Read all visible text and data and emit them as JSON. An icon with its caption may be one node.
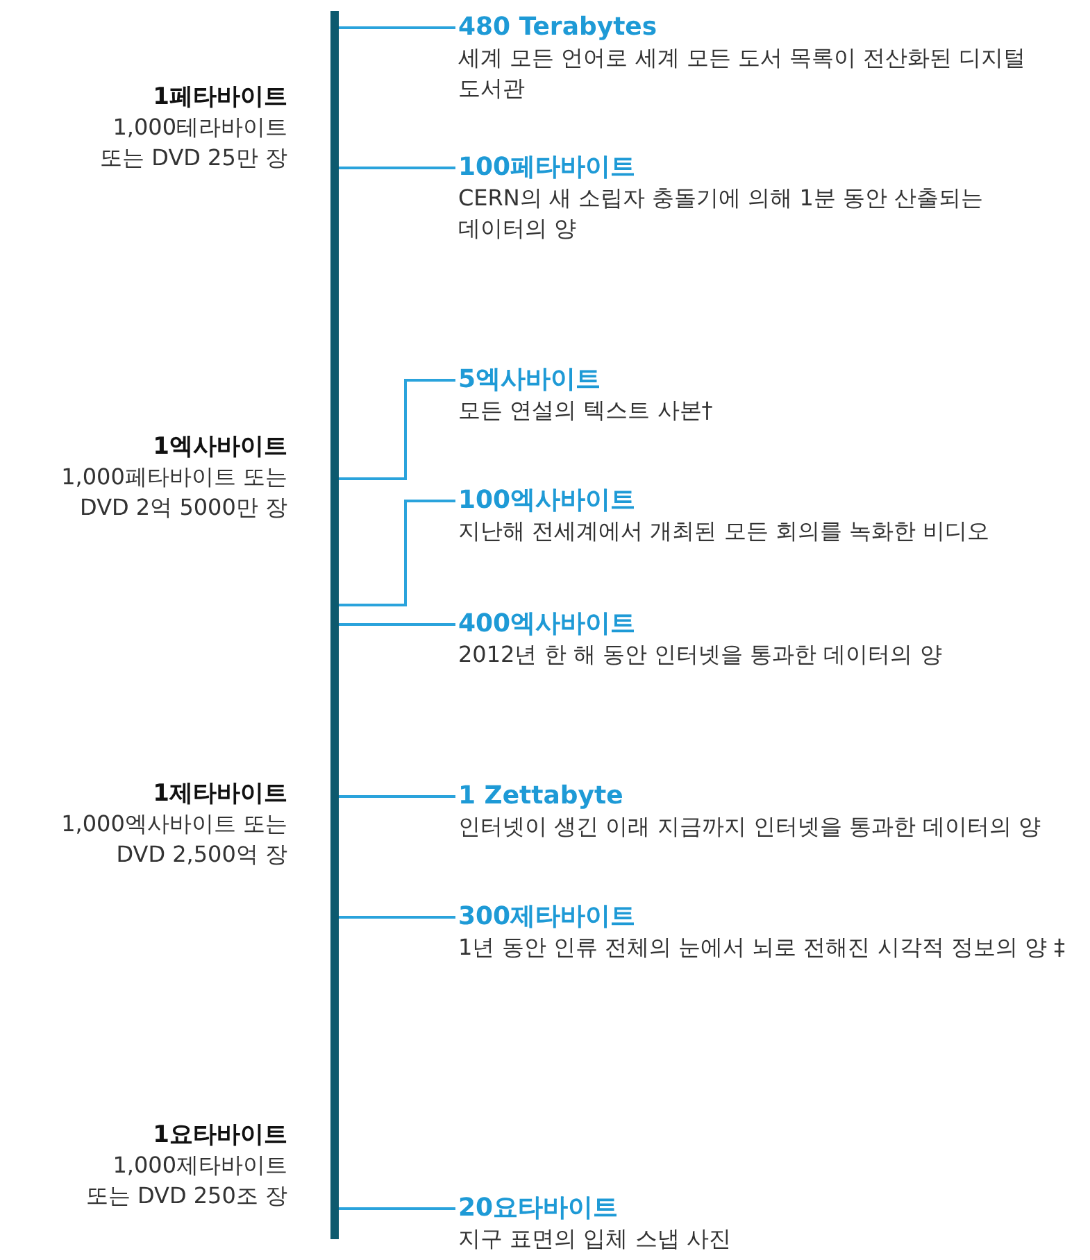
{
  "diagram": {
    "nodes": [
      {
        "text": [],
        "shape": "bar"
      },
      {
        "text": [
          "480 Terabytes",
          "세계 모든 언어로 세계 모든 도서 목록이 전산화된 디지털 도서관"
        ]
      },
      {
        "text": [
          "100페타바이트",
          "CERN의 새 소립자 충돌기에 의해 1분 동안 산출되는 데이터의 양"
        ]
      },
      {
        "text": [
          "5엑사바이트",
          "모든 연설의 텍스트 사본†"
        ]
      },
      {
        "text": [
          "100엑사바이트",
          "지난해 전세계에서 개최된 모든 회의를 녹화한 비디오"
        ]
      },
      {
        "text": [
          "400엑사바이트",
          "2012년 한 해 동안 인터넷을 통과한 데이터의 양"
        ]
      },
      {
        "text": [
          "1 Zettabyte",
          "인터넷이 생긴 이래 지금까지 인터넷을 통과한 데이터의 양"
        ]
      },
      {
        "text": [
          "300제타바이트",
          "1년 동안 인류 전체의 눈에서 뇌로 전해진 시각적 정보의 양 ‡"
        ]
      },
      {
        "text": [
          "20요타바이트",
          "지구 표면의 입체 스냅 사진"
        ]
      }
    ],
    "edges": [
      {
        "from": 1,
        "to": 0,
        "arrow": "none"
      },
      {
        "from": 2,
        "to": 0,
        "arrow": "none"
      },
      {
        "from": 3,
        "to": 0,
        "arrow": "none"
      },
      {
        "from": 4,
        "to": 0,
        "arrow": "none"
      },
      {
        "from": 5,
        "to": 0,
        "arrow": "none"
      },
      {
        "from": 6,
        "to": 0,
        "arrow": "none"
      },
      {
        "from": 7,
        "to": 0,
        "arrow": "none"
      },
      {
        "from": 8,
        "to": 0,
        "arrow": "none"
      }
    ],
    "labels": [
      "1페타바이트",
      "1,000테라바이트 또는 DVD 25만 장",
      "1엑사바이트",
      "1,000페타바이트 또는 DVD 2억 5000만 장",
      "1제타바이트",
      "1,000엑사바이트 또는 DVD 2,500억 장",
      "1요타바이트",
      "1,000제타바이트 또는 DVD 250조 장"
    ]
  }
}
